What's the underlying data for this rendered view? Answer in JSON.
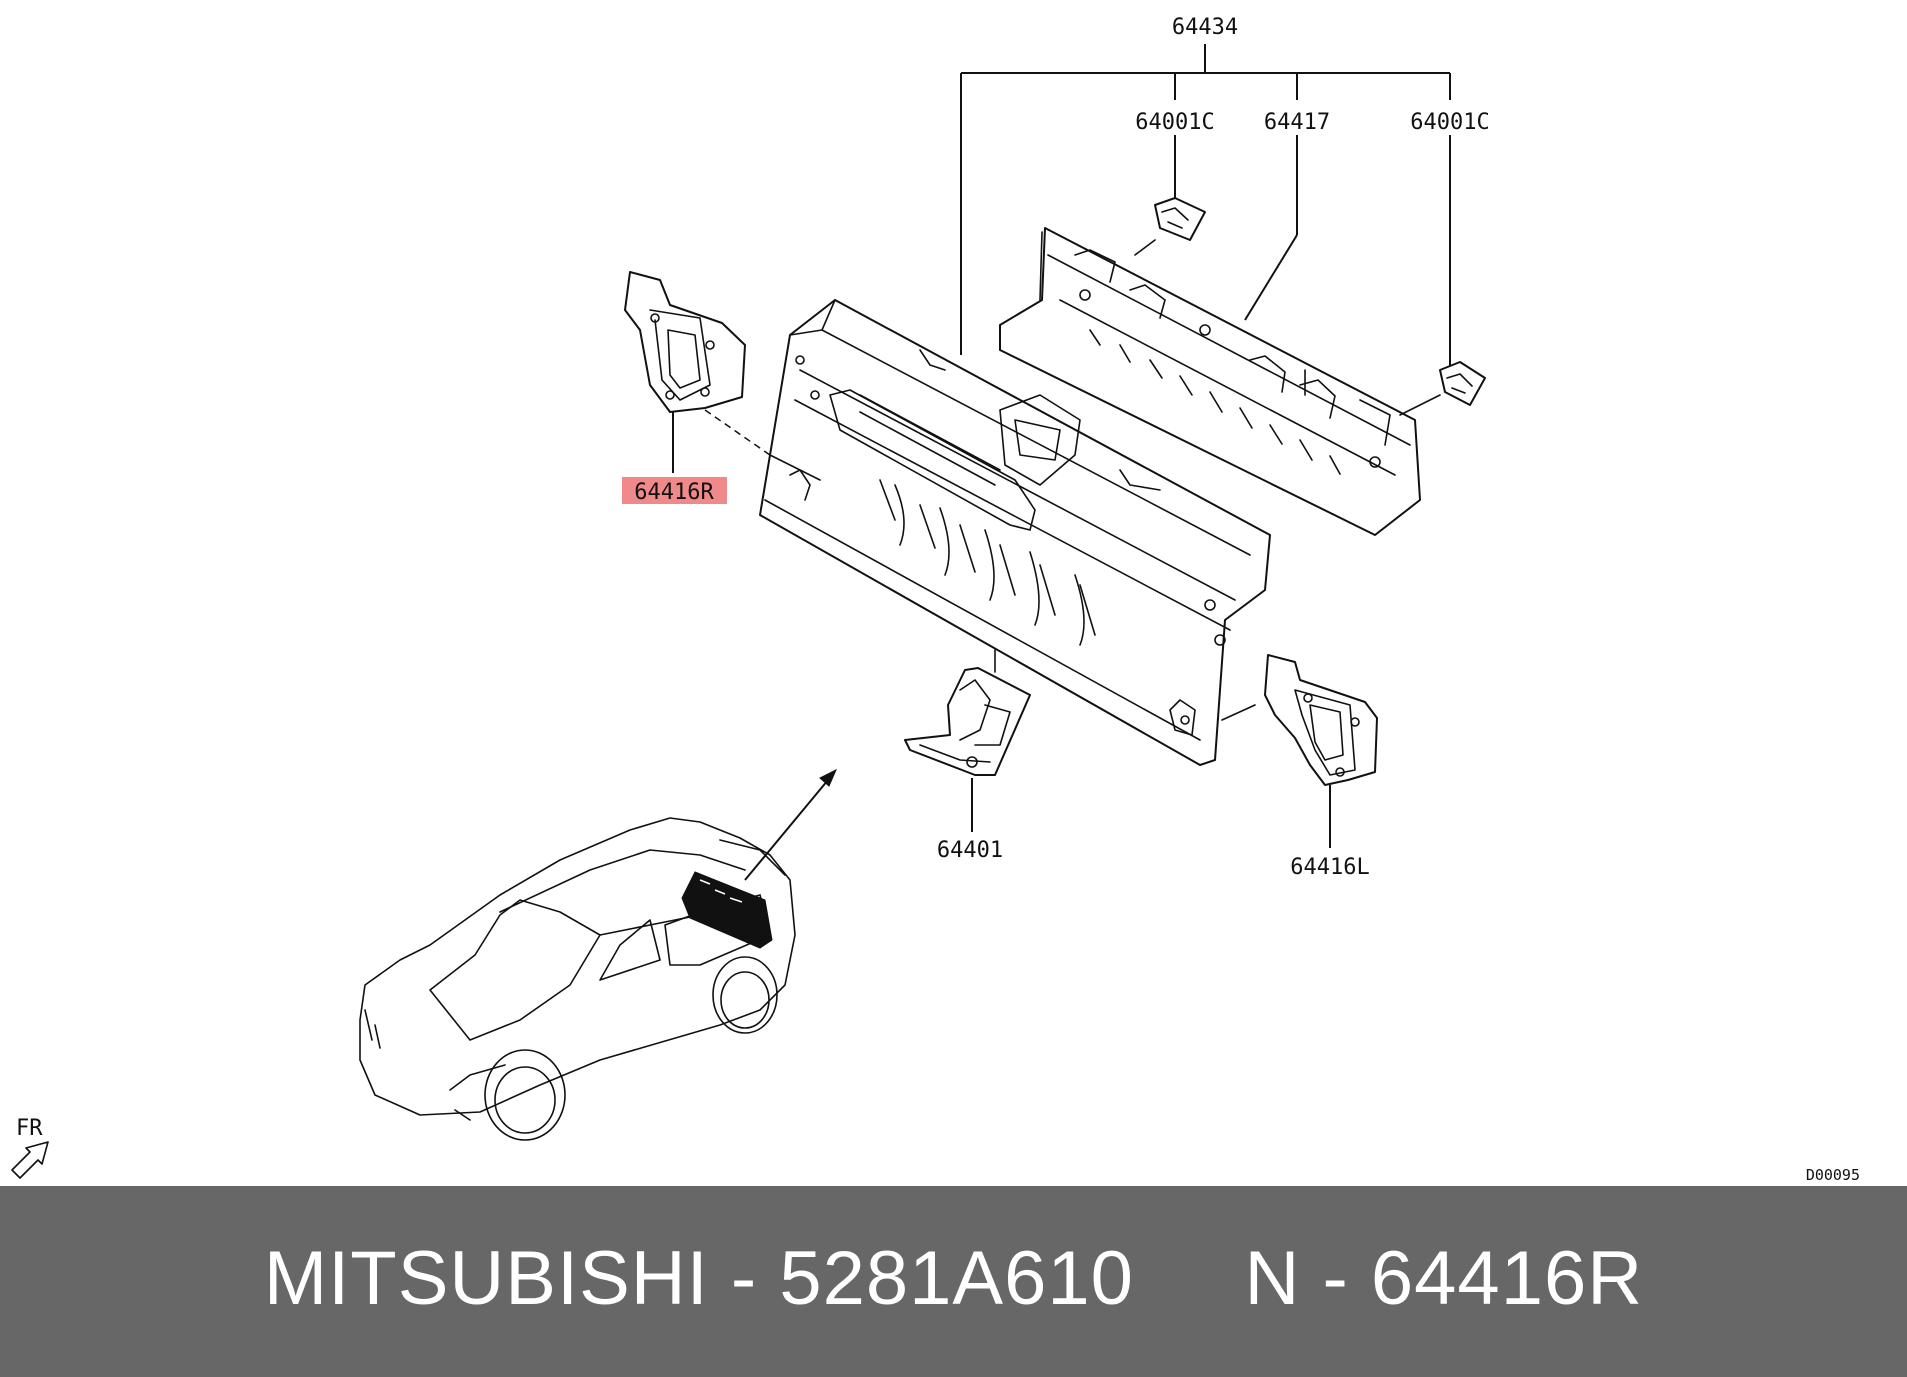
{
  "callouts": {
    "assembly": "64434",
    "bracket_left": "64001C",
    "rear_panel_upper": "64417",
    "bracket_right": "64001C",
    "highlighted_part": "64416R",
    "lower_bracket": "64401",
    "side_bracket_left": "64416L"
  },
  "direction_label": "FR",
  "diagram_code": "D00095",
  "footer": {
    "caption": "MITSUBISHI - 5281A610     N - 64416R"
  },
  "colors": {
    "highlight": "#f08a8a",
    "footer_background": "#676767",
    "footer_text": "#ffffff",
    "line": "#111111"
  }
}
